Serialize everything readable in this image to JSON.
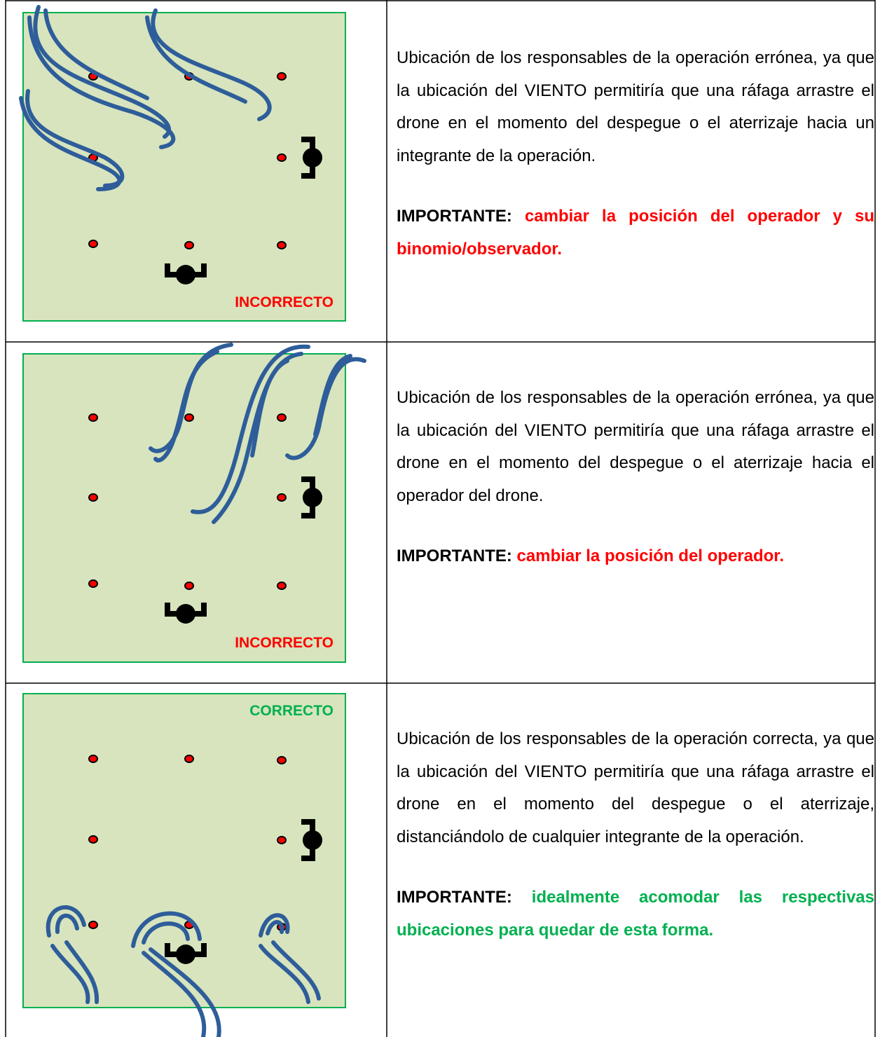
{
  "colors": {
    "field_fill": "#d7e4bd",
    "field_border": "#00b050",
    "marker": "#ff0000",
    "wind": "#2e5d9a",
    "incorrect": "#ff0000",
    "correct": "#00b050"
  },
  "rows": [
    {
      "status_label": "INCORRECTO",
      "status_color": "#ff0000",
      "description": "Ubicación de los responsables de la operación errónea, ya que la ubicación del VIENTO permitiría que una ráfaga arrastre el drone en el momento del despegue o el aterrizaje hacia un integrante de la operación.",
      "important_label": "IMPORTANTE:",
      "important_text": "cambiar la posición del operador y su binomio/observador."
    },
    {
      "status_label": "INCORRECTO",
      "status_color": "#ff0000",
      "description": "Ubicación de los responsables de la operación errónea, ya que la ubicación del VIENTO permitiría que una ráfaga arrastre el drone en el momento del despegue o el aterrizaje hacia el operador del drone.",
      "important_label": "IMPORTANTE:",
      "important_text": "cambiar la posición del operador."
    },
    {
      "status_label": "CORRECTO",
      "status_color": "#00b050",
      "description": "Ubicación de los responsables de la operación correcta, ya que la ubicación del VIENTO permitiría que una ráfaga arrastre el drone en el momento del despegue o el aterrizaje, distanciándolo de cualquier integrante de la operación.",
      "important_label": "IMPORTANTE:",
      "important_text": "idealmente acomodar las respectivas ubicaciones para quedar de esta forma."
    }
  ]
}
